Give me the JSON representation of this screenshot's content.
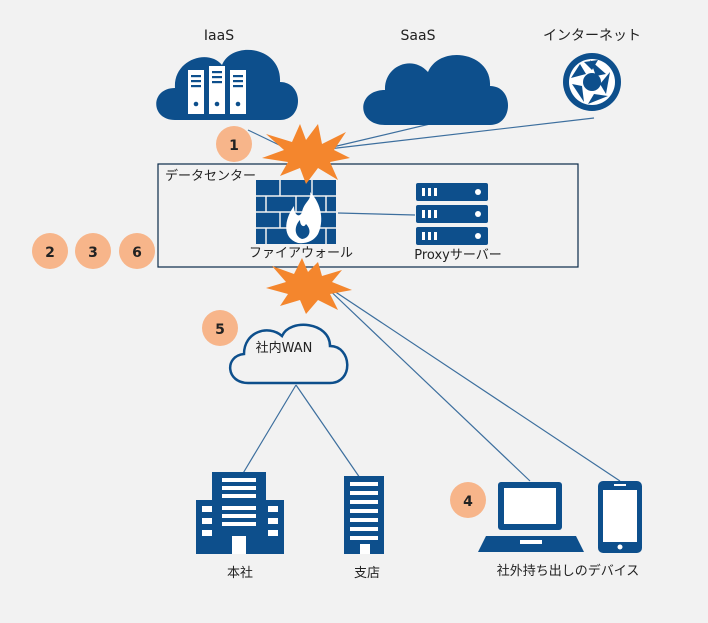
{
  "colors": {
    "background": "#f2f2f2",
    "primary": "#0d4f8c",
    "burst": "#f4862d",
    "badge": "#f7b58a",
    "line": "#3d6f9e",
    "box_border": "#0b2b4a"
  },
  "labels": {
    "iaas": "IaaS",
    "saas": "SaaS",
    "internet": "インターネット",
    "datacenter": "データセンター",
    "firewall": "ファイアウォール",
    "proxy": "Proxyサーバー",
    "wan": "社内WAN",
    "hq": "本社",
    "branch": "支店",
    "devices": "社外持ち出しのデバイス"
  },
  "badges": [
    "1",
    "2",
    "3",
    "6",
    "5",
    "4"
  ],
  "icons": {
    "iaas": "cloud-server-icon",
    "saas": "cloud-icon",
    "internet": "camera-shutter-icon",
    "firewall": "firewall-icon",
    "proxy": "server-rack-icon",
    "wan": "cloud-outline-icon",
    "hq": "building-icon",
    "branch": "building-icon",
    "laptop": "laptop-icon",
    "smartphone": "smartphone-icon",
    "burst": "explosion-icon"
  }
}
